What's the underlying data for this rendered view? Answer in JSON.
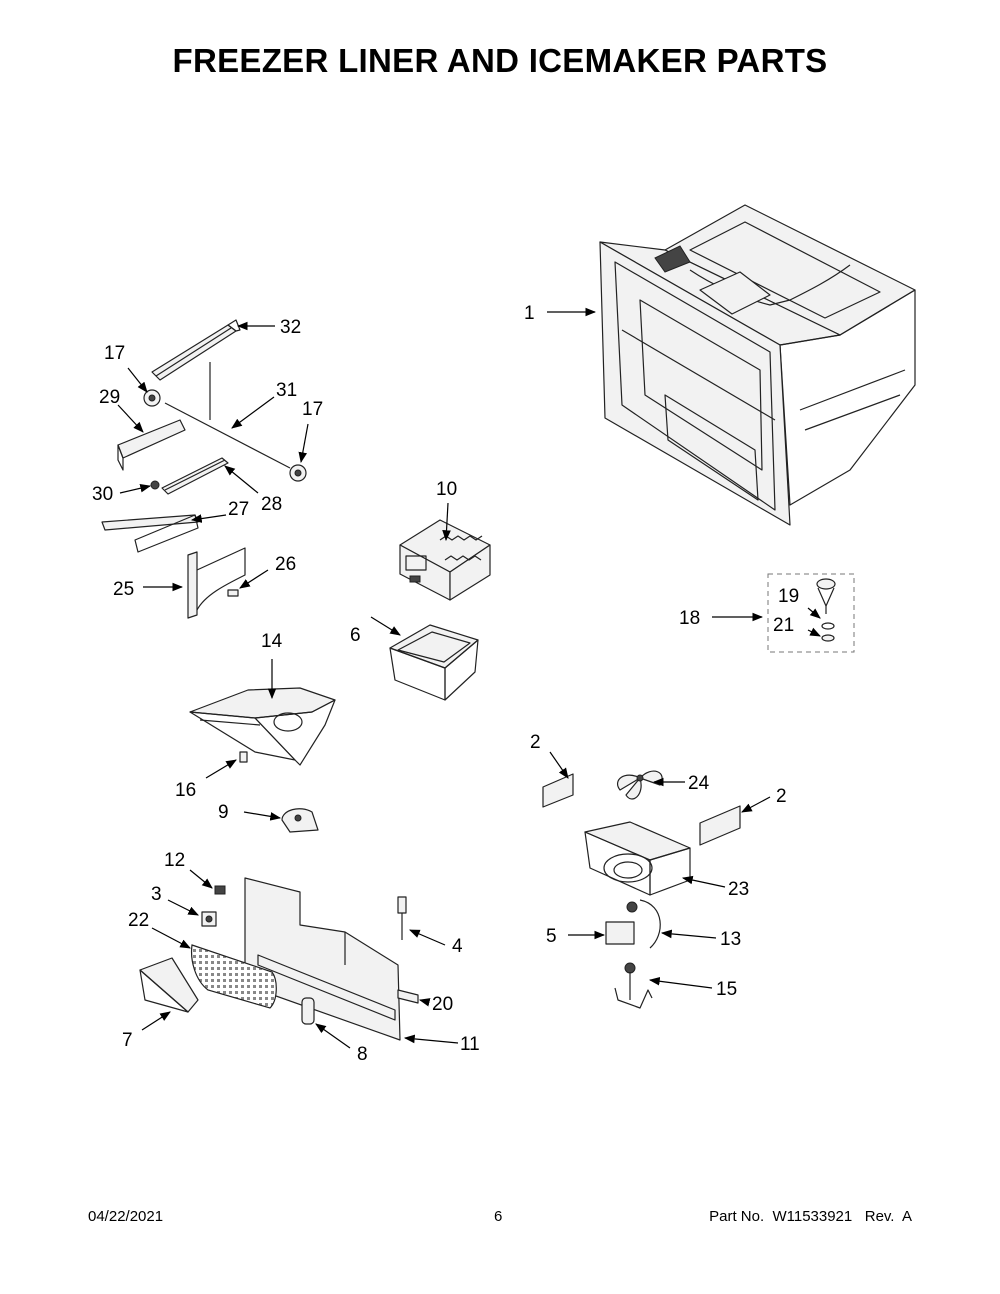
{
  "title": "FREEZER LINER AND ICEMAKER PARTS",
  "callouts": [
    "1",
    "2",
    "2",
    "3",
    "4",
    "5",
    "6",
    "7",
    "8",
    "9",
    "10",
    "11",
    "12",
    "13",
    "14",
    "15",
    "16",
    "17",
    "17",
    "18",
    "19",
    "20",
    "21",
    "22",
    "23",
    "24",
    "25",
    "26",
    "27",
    "28",
    "29",
    "30",
    "31",
    "32"
  ],
  "footer": {
    "date": "04/22/2021",
    "page": "6",
    "part": "Part No.  W11533921   Rev.  A"
  }
}
